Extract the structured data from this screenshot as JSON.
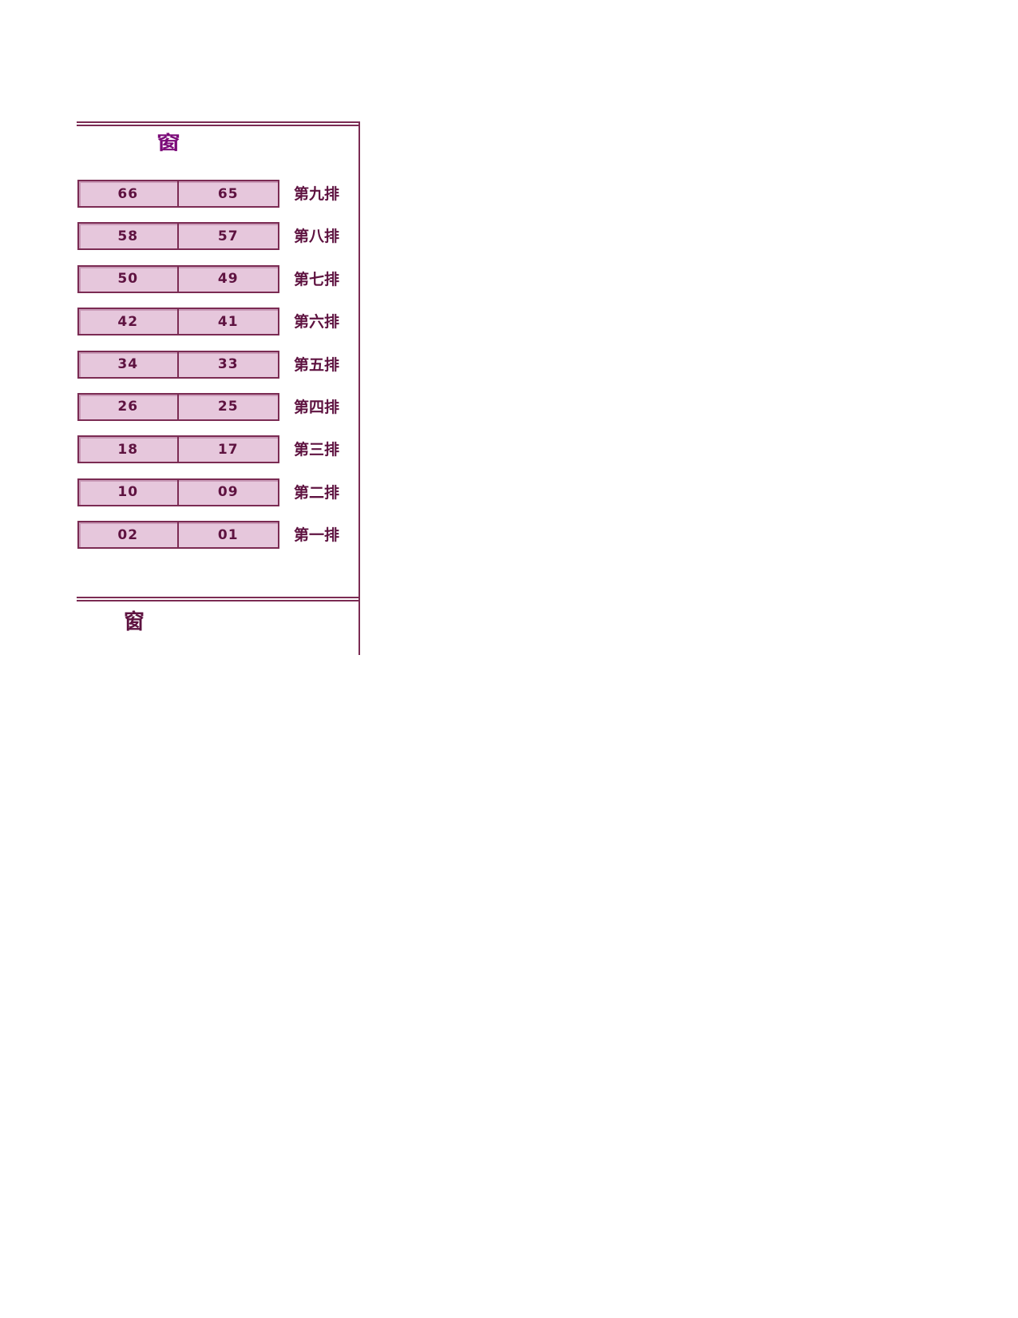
{
  "seatmap": {
    "window_top_label": "窗",
    "window_bottom_label": "窗",
    "accent_border_color": "#7b2b53",
    "seat_fill_color": "#e6c7dc",
    "text_color": "#5e1240",
    "window_glyph_color": "#7b0a78",
    "rows": [
      {
        "label": "第九排",
        "seats": [
          "66",
          "65"
        ]
      },
      {
        "label": "第八排",
        "seats": [
          "58",
          "57"
        ]
      },
      {
        "label": "第七排",
        "seats": [
          "50",
          "49"
        ]
      },
      {
        "label": "第六排",
        "seats": [
          "42",
          "41"
        ]
      },
      {
        "label": "第五排",
        "seats": [
          "34",
          "33"
        ]
      },
      {
        "label": "第四排",
        "seats": [
          "26",
          "25"
        ]
      },
      {
        "label": "第三排",
        "seats": [
          "18",
          "17"
        ]
      },
      {
        "label": "第二排",
        "seats": [
          "10",
          "09"
        ]
      },
      {
        "label": "第一排",
        "seats": [
          "02",
          "01"
        ]
      }
    ]
  }
}
